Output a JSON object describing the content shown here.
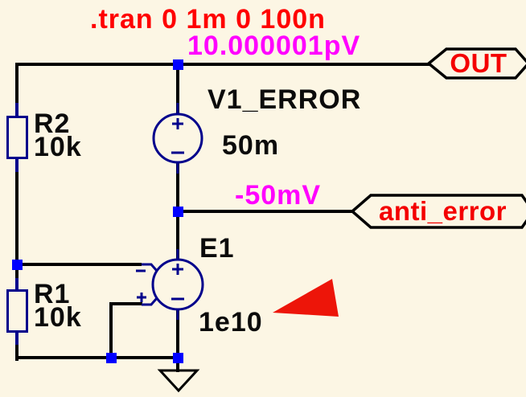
{
  "colors": {
    "bg": "#FCF6E4",
    "wire": "#000000",
    "symbol": "#00008C",
    "junction": "#0000FF",
    "directive": "#FF0000",
    "annotation": "#FF00FF",
    "label": "#0B0B0B",
    "flag_text": "#F40000",
    "flag_outline": "#000000",
    "cursor": "#ED1509"
  },
  "directive": {
    "text": ".tran 0 1m 0 100n"
  },
  "probes": {
    "out_voltage": "10.000001pV",
    "anti_error_voltage": "-50mV"
  },
  "components": {
    "r2": {
      "ref": "R2",
      "value": "10k"
    },
    "r1": {
      "ref": "R1",
      "value": "10k"
    },
    "v1": {
      "ref": "V1_ERROR",
      "value": "50m"
    },
    "e1": {
      "ref": "E1",
      "value": "1e10"
    }
  },
  "ports": {
    "out": "OUT",
    "anti_error": "anti_error"
  },
  "icons": {
    "ground": "ground-icon",
    "junction": "junction-dot-icon",
    "voltage_source": "voltage-source-icon",
    "controlled_source": "vcvs-source-icon",
    "cursor": "cursor-triangle-icon"
  }
}
